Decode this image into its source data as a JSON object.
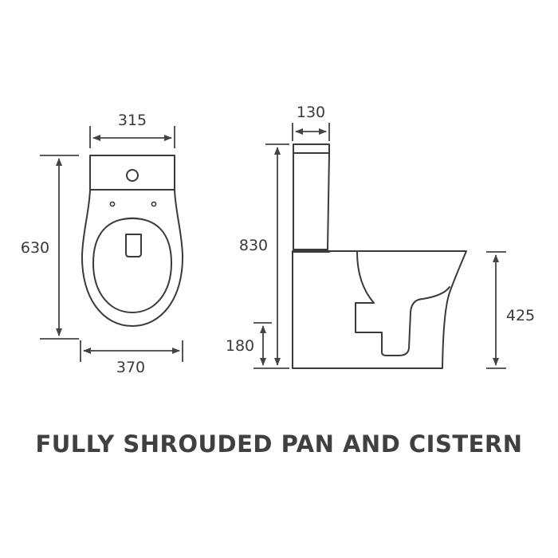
{
  "caption": "FULLY SHROUDED PAN AND CISTERN",
  "top_view": {
    "width_cistern": "315",
    "depth_overall": "630",
    "width_pan": "370"
  },
  "side_view": {
    "cistern_depth": "130",
    "total_height": "830",
    "inlet_height": "180",
    "pan_height": "425"
  },
  "colors": {
    "line": "#3a3a3a",
    "text": "#404040",
    "background": "#ffffff"
  }
}
